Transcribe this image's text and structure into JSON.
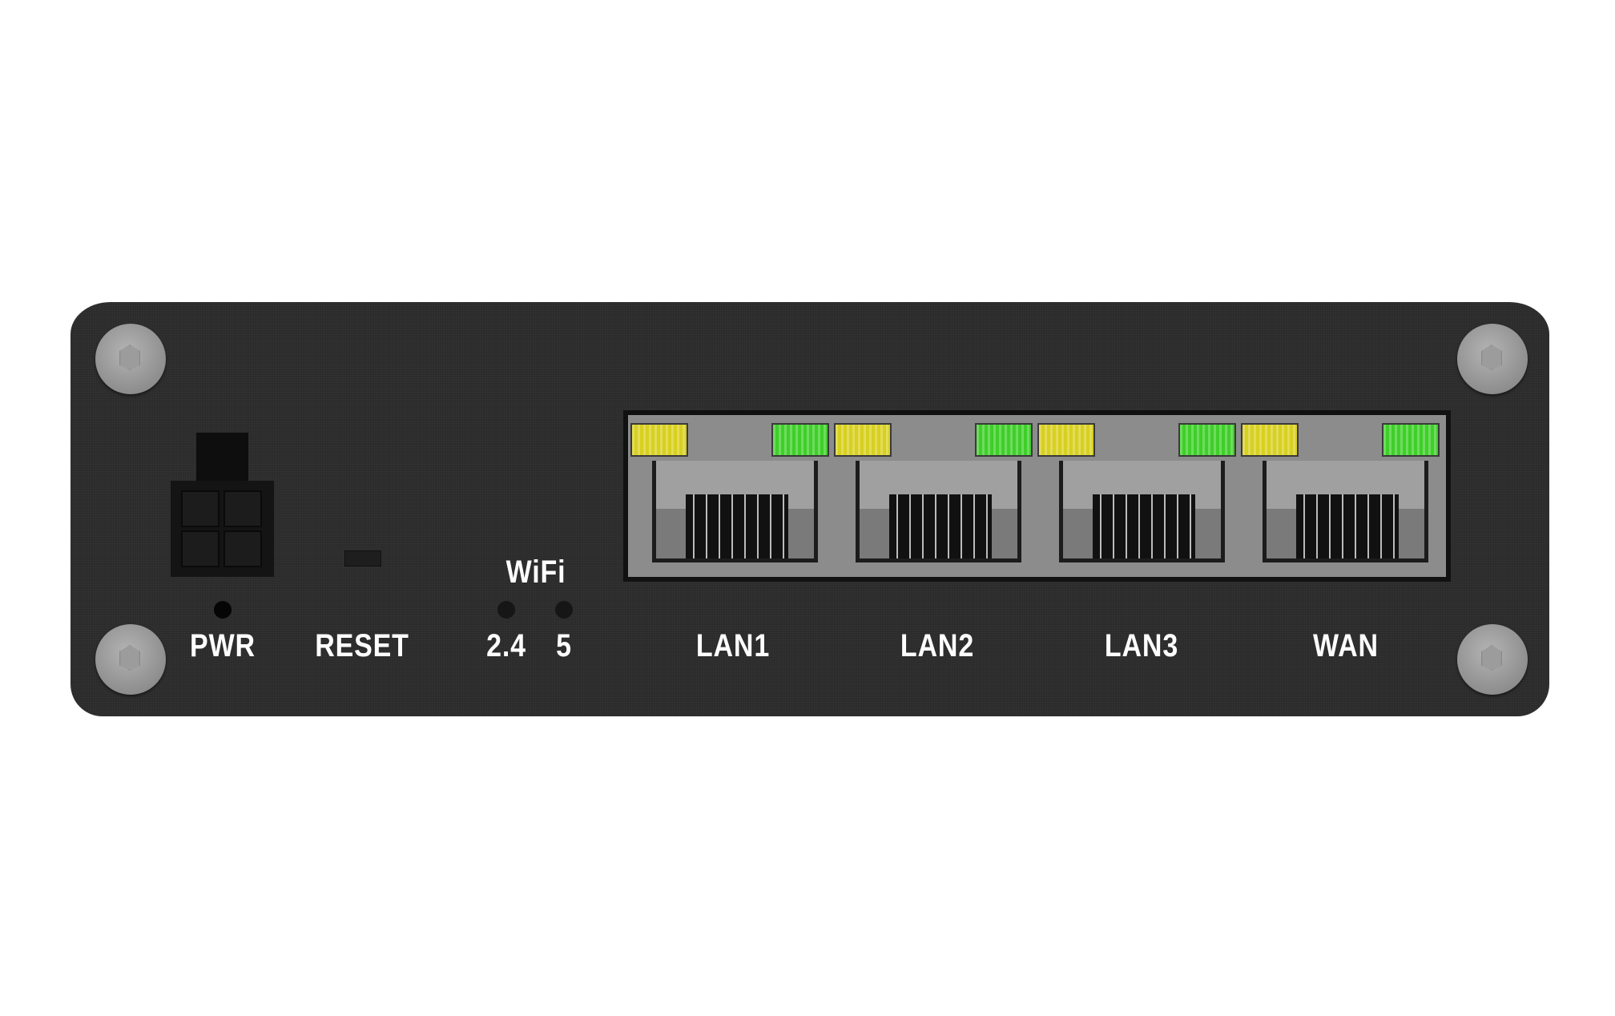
{
  "device": {
    "labels": {
      "pwr": "PWR",
      "reset": "RESET",
      "wifi": "WiFi",
      "wifi_24": "2.4",
      "wifi_5": "5"
    },
    "ports": [
      {
        "label": "LAN1"
      },
      {
        "label": "LAN2"
      },
      {
        "label": "LAN3"
      },
      {
        "label": "WAN"
      }
    ],
    "colors": {
      "panel": "#2b2b2b",
      "led_yellow": "#d8d020",
      "led_green": "#3fcf2a",
      "port_face": "#8c8c8c"
    }
  }
}
